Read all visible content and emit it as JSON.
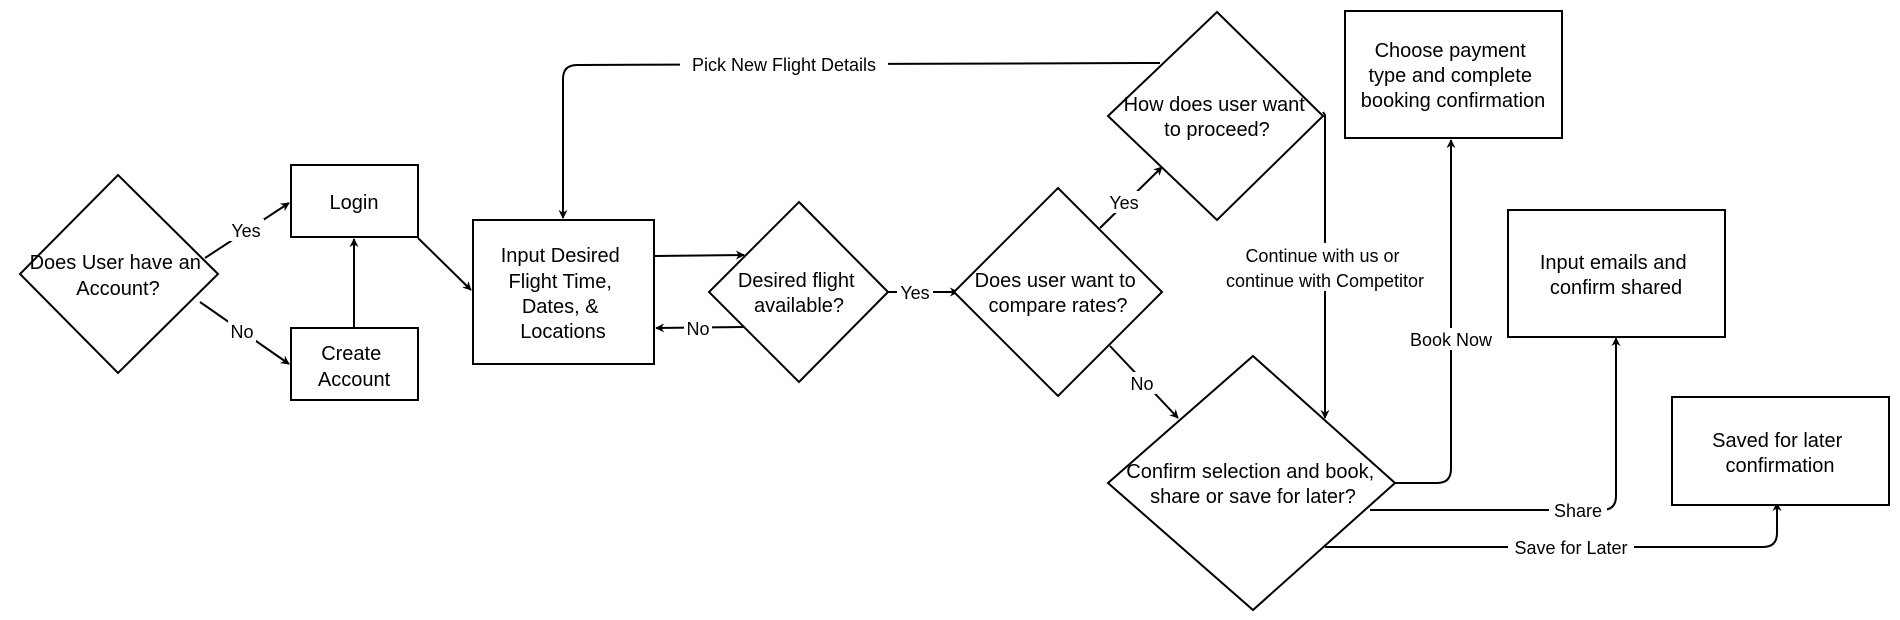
{
  "nodes": {
    "has_account": [
      "Does User have an",
      "Account?"
    ],
    "login": [
      "Login"
    ],
    "create_account": [
      "Create",
      "Account"
    ],
    "input_flight": [
      "Input Desired",
      "Flight Time,",
      "Dates, &",
      "Locations"
    ],
    "flight_available": [
      "Desired flight",
      "available?"
    ],
    "compare_rates": [
      "Does user want to",
      "compare rates?"
    ],
    "how_proceed": [
      "How does user want",
      "to proceed?"
    ],
    "confirm_selection": [
      "Confirm selection and book,",
      "share or save for later?"
    ],
    "choose_payment": [
      "Choose payment",
      "type and complete",
      "booking confirmation"
    ],
    "input_emails": [
      "Input emails and",
      "confirm shared"
    ],
    "saved_later": [
      "Saved for later",
      "confirmation"
    ]
  },
  "edges": {
    "account_yes": "Yes",
    "account_no": "No",
    "available_no": "No",
    "available_yes": "Yes",
    "compare_yes": "Yes",
    "compare_no": "No",
    "pick_new": "Pick New Flight Details",
    "continue": [
      "Continue with us or",
      "continue with Competitor"
    ],
    "book_now": "Book Now",
    "share": "Share",
    "save_later": "Save for Later"
  }
}
